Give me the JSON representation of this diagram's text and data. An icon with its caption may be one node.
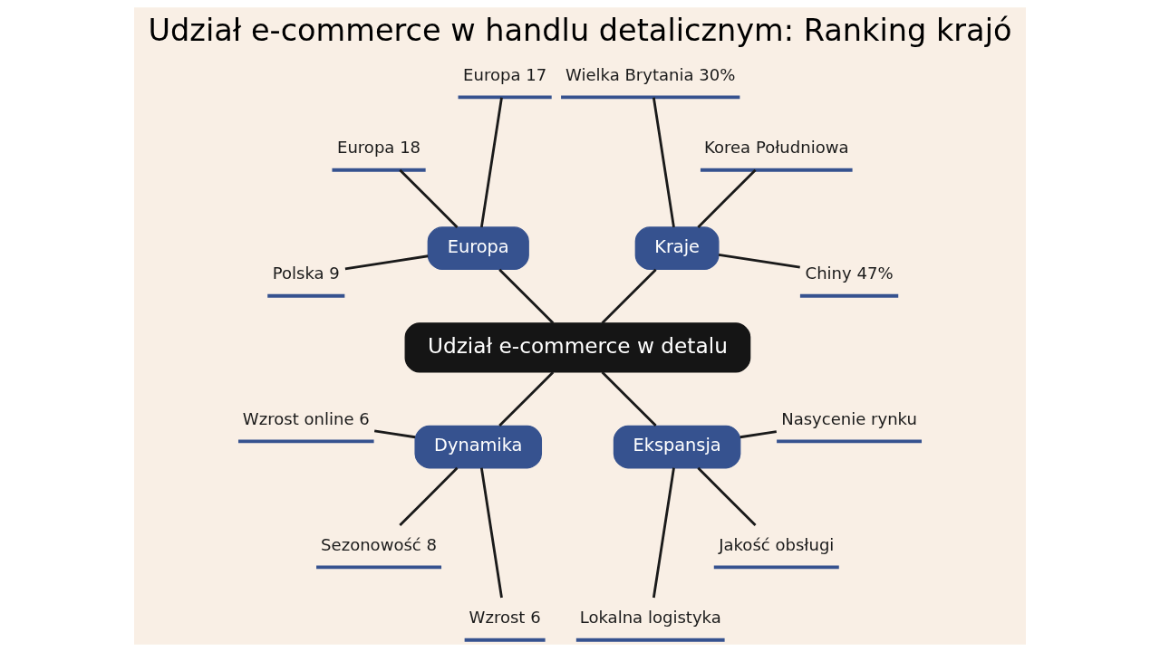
{
  "diagram": {
    "title": "Udział e-commerce w handlu detalicznym: Ranking krajó",
    "nodes": [
      {
        "text": [
          "Udział e-commerce w detalu"
        ]
      },
      {
        "text": [
          "Kraje"
        ]
      },
      {
        "text": [
          "Chiny 47%"
        ]
      },
      {
        "text": [
          "Korea Południowa"
        ]
      },
      {
        "text": [
          "Wielka Brytania 30%"
        ]
      },
      {
        "text": [
          "Europa"
        ]
      },
      {
        "text": [
          "Europa 17"
        ]
      },
      {
        "text": [
          "Europa 18"
        ]
      },
      {
        "text": [
          "Polska 9"
        ]
      },
      {
        "text": [
          "Dynamika"
        ]
      },
      {
        "text": [
          "Wzrost online 6"
        ]
      },
      {
        "text": [
          "Sezonowość 8"
        ]
      },
      {
        "text": [
          "Wzrost 6"
        ]
      },
      {
        "text": [
          "Ekspansja"
        ]
      },
      {
        "text": [
          "Lokalna logistyka"
        ]
      },
      {
        "text": [
          "Jakość obsługi"
        ]
      },
      {
        "text": [
          "Nasycenie rynku"
        ]
      }
    ],
    "edges": [
      {
        "from": 0,
        "to": 1,
        "arrow": "none"
      },
      {
        "from": 1,
        "to": 2,
        "arrow": "none"
      },
      {
        "from": 1,
        "to": 3,
        "arrow": "none"
      },
      {
        "from": 1,
        "to": 4,
        "arrow": "none"
      },
      {
        "from": 0,
        "to": 5,
        "arrow": "none"
      },
      {
        "from": 5,
        "to": 6,
        "arrow": "none"
      },
      {
        "from": 5,
        "to": 7,
        "arrow": "none"
      },
      {
        "from": 5,
        "to": 8,
        "arrow": "none"
      },
      {
        "from": 0,
        "to": 9,
        "arrow": "none"
      },
      {
        "from": 9,
        "to": 10,
        "arrow": "none"
      },
      {
        "from": 9,
        "to": 11,
        "arrow": "none"
      },
      {
        "from": 9,
        "to": 12,
        "arrow": "none"
      },
      {
        "from": 0,
        "to": 13,
        "arrow": "none"
      },
      {
        "from": 13,
        "to": 14,
        "arrow": "none"
      },
      {
        "from": 13,
        "to": 15,
        "arrow": "none"
      },
      {
        "from": 13,
        "to": 16,
        "arrow": "none"
      }
    ]
  }
}
